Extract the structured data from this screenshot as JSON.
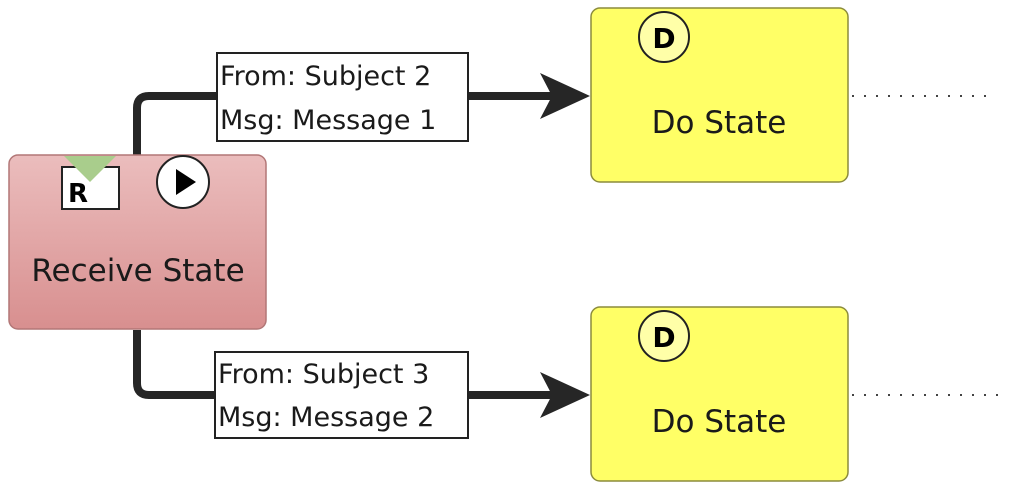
{
  "receive_state": {
    "label": "Receive State",
    "badge_letter": "R",
    "start_icon": "play-icon",
    "color": "#E2A3A3"
  },
  "do_states": [
    {
      "label": "Do State",
      "badge_letter": "D",
      "color": "#FFFF66"
    },
    {
      "label": "Do State",
      "badge_letter": "D",
      "color": "#FFFF66"
    }
  ],
  "transitions": [
    {
      "from_line": "From: Subject 2",
      "msg_line": "Msg: Message 1"
    },
    {
      "from_line": "From: Subject 3",
      "msg_line": "Msg: Message 2"
    }
  ],
  "icons": {
    "receive": "envelope-receive-icon",
    "start": "play-icon",
    "arrow": "arrowhead-icon",
    "continuation": "dotted-continuation-line"
  }
}
